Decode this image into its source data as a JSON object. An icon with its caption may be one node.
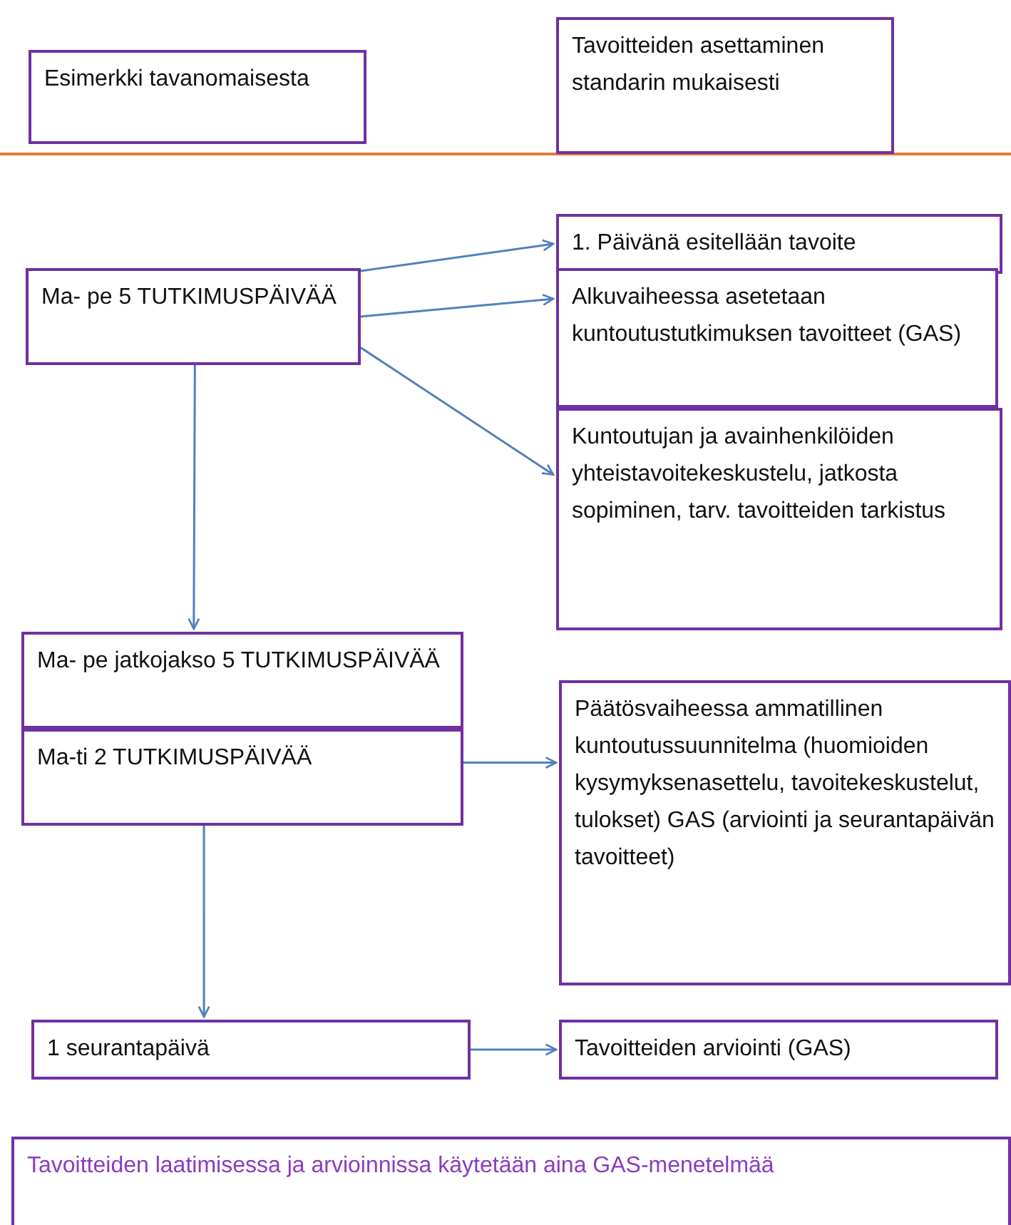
{
  "diagram": {
    "nodes": [
      {
        "text": [
          "Esimerkki tavanomaisesta"
        ]
      },
      {
        "text": [
          "Tavoitteiden asettaminen standarin mukaisesti"
        ]
      },
      {
        "text": [
          "Ma- pe 5 TUTKIMUSPÄIVÄÄ"
        ]
      },
      {
        "text": [
          "1. Päivänä esitellään tavoite"
        ]
      },
      {
        "text": [
          "Alkuvaiheessa asetetaan kuntoutustutkimuksen tavoitteet (GAS)"
        ]
      },
      {
        "text": [
          "Kuntoutujan ja avainhenkilöiden yhteistavoitekeskustelu, jatkosta sopiminen, tarv. tavoitteiden tarkistus"
        ]
      },
      {
        "text": [
          "Ma- pe jatkojakso 5 TUTKIMUSPÄIVÄÄ"
        ]
      },
      {
        "text": [
          "Ma-ti 2 TUTKIMUSPÄIVÄÄ"
        ]
      },
      {
        "text": [
          "Päätösvaiheessa ammatillinen kuntoutussuunnitelma (huomioiden kysymyksenasettelu, tavoitekeskustelut, tulokset) GAS (arviointi ja seurantapäivän tavoitteet)"
        ]
      },
      {
        "text": [
          "1 seurantapäivä"
        ]
      },
      {
        "text": [
          "Tavoitteiden arviointi (GAS)"
        ]
      },
      {
        "text": [
          "Tavoitteiden laatimisessa ja arvioinnissa käytetään aina GAS-menetelmää"
        ]
      }
    ],
    "edges": [
      {
        "from": 2,
        "to": 3,
        "arrow": "to"
      },
      {
        "from": 2,
        "to": 4,
        "arrow": "to"
      },
      {
        "from": 2,
        "to": 5,
        "arrow": "to"
      },
      {
        "from": 2,
        "to": 6,
        "arrow": "to"
      },
      {
        "from": 7,
        "to": 8,
        "arrow": "to"
      },
      {
        "from": 7,
        "to": 9,
        "arrow": "to"
      },
      {
        "from": 9,
        "to": 10,
        "arrow": "to"
      }
    ]
  }
}
